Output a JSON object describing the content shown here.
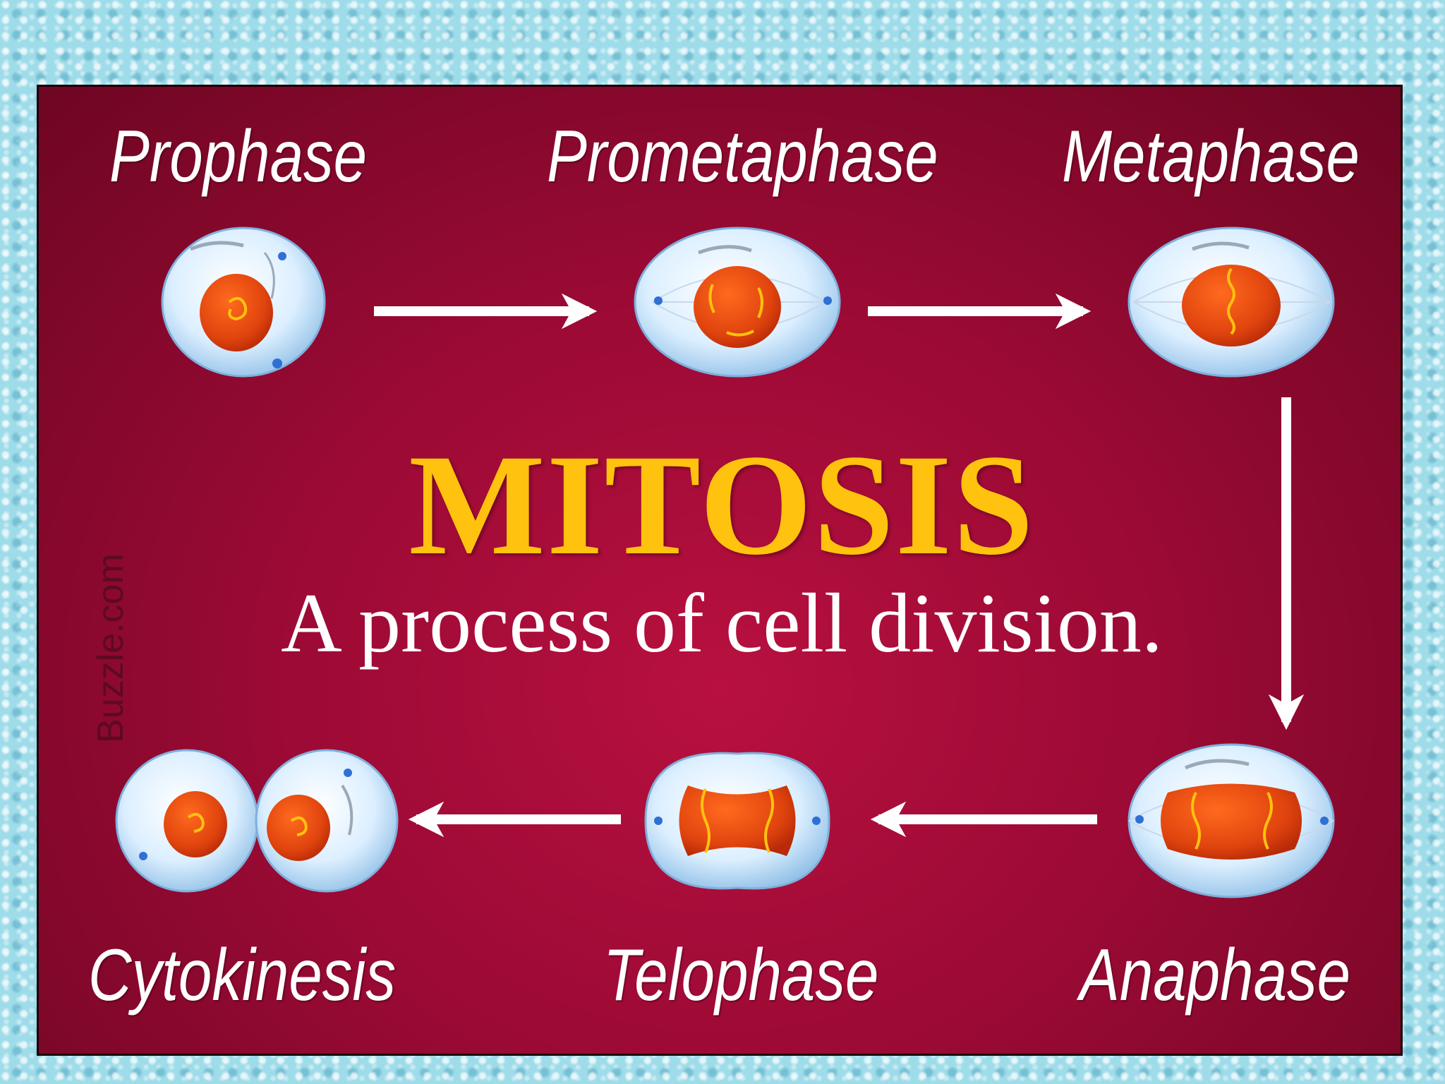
{
  "diagram": {
    "title": "MITOSIS",
    "subtitle": "A process of cell division.",
    "watermark": "Buzzle.com",
    "phases": {
      "prophase": "Prophase",
      "prometaphase": "Prometaphase",
      "metaphase": "Metaphase",
      "anaphase": "Anaphase",
      "telophase": "Telophase",
      "cytokinesis": "Cytokinesis"
    }
  },
  "colors": {
    "panel": "#9c0a35",
    "title": "#ffc20e",
    "cell": "#dcefff",
    "nucleus": "#e0440e",
    "arrow": "#ffffff"
  }
}
